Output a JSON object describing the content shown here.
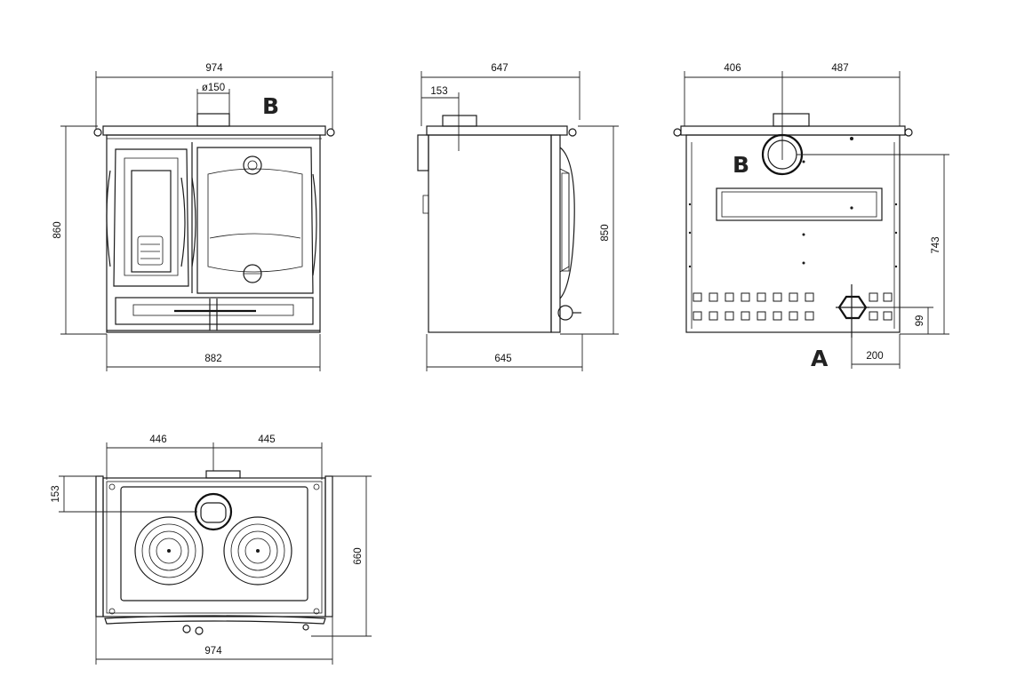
{
  "front_view": {
    "overall_width": "974",
    "flue_diameter": "ø150",
    "flue_label": "B",
    "height": "860",
    "base_width": "882"
  },
  "side_view": {
    "overall_depth": "647",
    "flue_offset": "153",
    "height": "850",
    "base_depth": "645"
  },
  "back_view": {
    "left_offset": "406",
    "right_offset": "487",
    "flue_label": "B",
    "flue_height": "743",
    "inlet_height": "99",
    "inlet_label": "A",
    "inlet_offset": "200"
  },
  "top_view": {
    "left_offset": "446",
    "right_offset": "445",
    "flue_depth": "153",
    "depth": "660",
    "overall_width": "974"
  }
}
